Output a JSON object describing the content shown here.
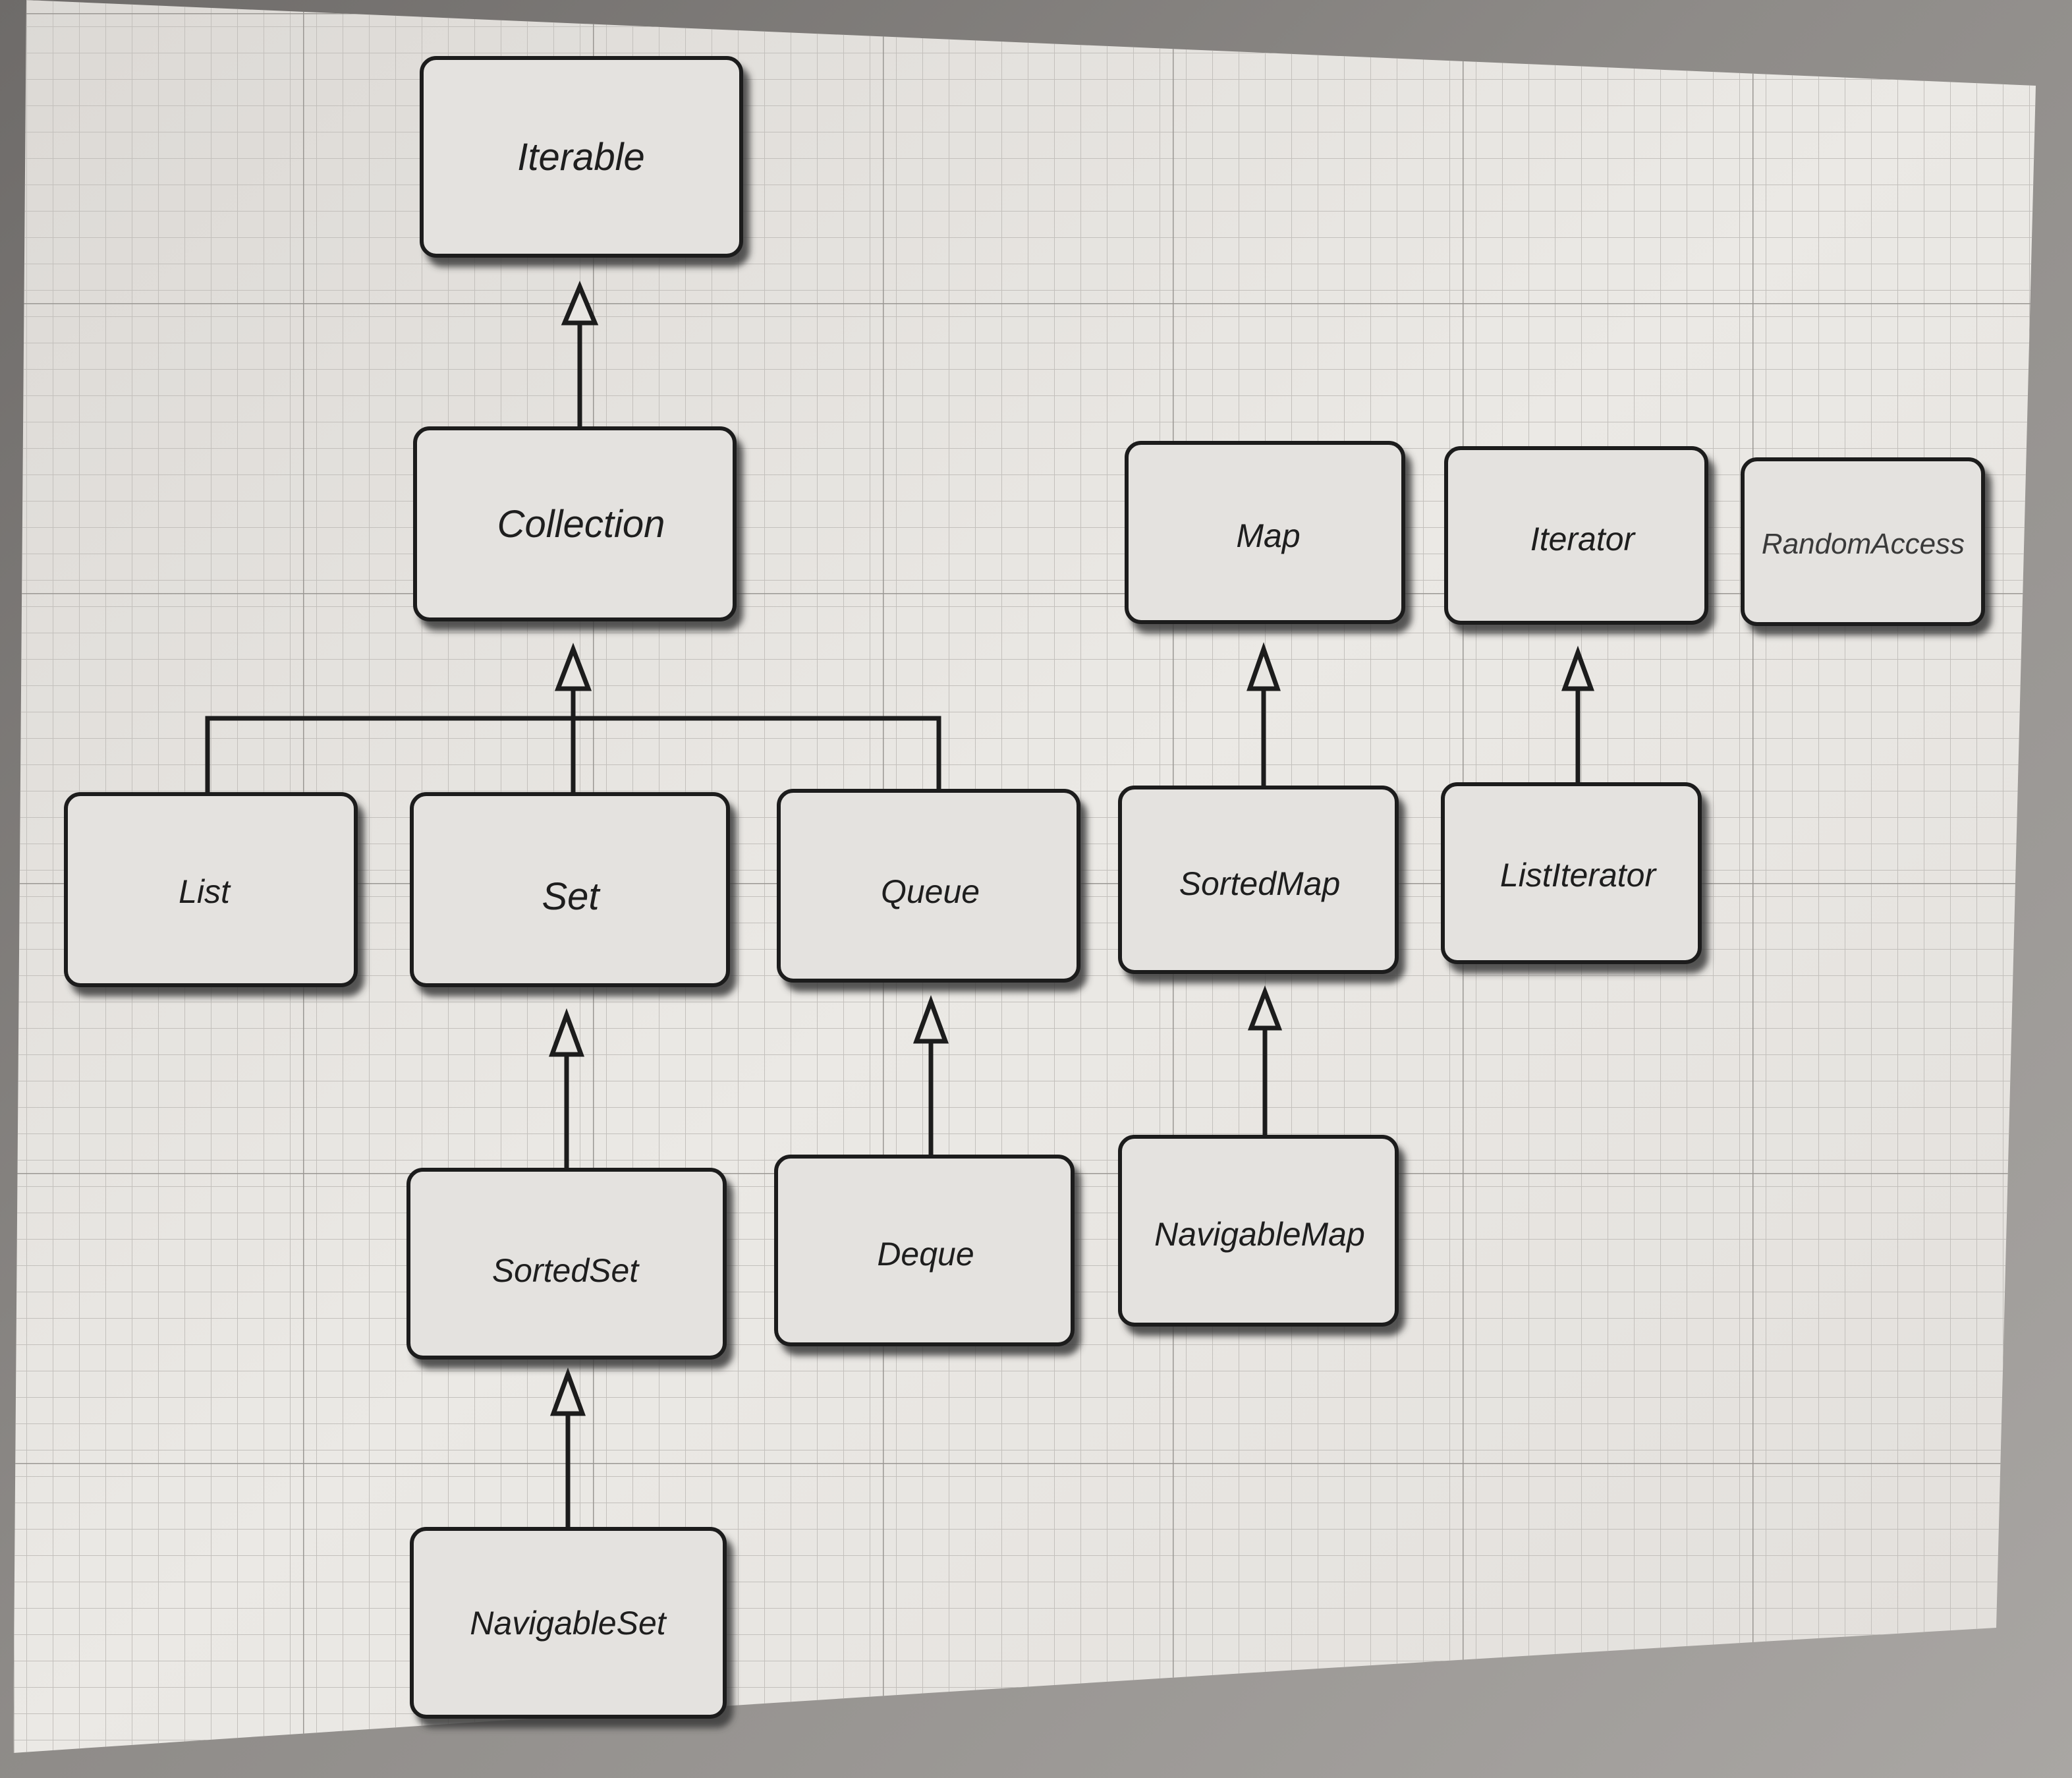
{
  "diagram": {
    "nodes": [
      {
        "id": "iterable",
        "label": "Iterable"
      },
      {
        "id": "collection",
        "label": "Collection"
      },
      {
        "id": "map",
        "label": "Map"
      },
      {
        "id": "iterator",
        "label": "Iterator"
      },
      {
        "id": "random_access",
        "label": "RandomAccess"
      },
      {
        "id": "list",
        "label": "List"
      },
      {
        "id": "set",
        "label": "Set"
      },
      {
        "id": "queue",
        "label": "Queue"
      },
      {
        "id": "sorted_map",
        "label": "SortedMap"
      },
      {
        "id": "list_iterator",
        "label": "ListIterator"
      },
      {
        "id": "sorted_set",
        "label": "SortedSet"
      },
      {
        "id": "deque",
        "label": "Deque"
      },
      {
        "id": "navigable_map",
        "label": "NavigableMap"
      },
      {
        "id": "navigable_set",
        "label": "NavigableSet"
      }
    ],
    "edges": [
      {
        "from": "collection",
        "to": "iterable",
        "kind": "extends"
      },
      {
        "from": "list",
        "to": "collection",
        "kind": "extends"
      },
      {
        "from": "set",
        "to": "collection",
        "kind": "extends"
      },
      {
        "from": "queue",
        "to": "collection",
        "kind": "extends"
      },
      {
        "from": "sorted_map",
        "to": "map",
        "kind": "extends"
      },
      {
        "from": "list_iterator",
        "to": "iterator",
        "kind": "extends"
      },
      {
        "from": "sorted_set",
        "to": "set",
        "kind": "extends"
      },
      {
        "from": "deque",
        "to": "queue",
        "kind": "extends"
      },
      {
        "from": "navigable_map",
        "to": "sorted_map",
        "kind": "extends"
      },
      {
        "from": "navigable_set",
        "to": "sorted_set",
        "kind": "extends"
      }
    ],
    "arrowhead": "hollow-triangle",
    "colors": {
      "node_fill": "#e4e2df",
      "node_border": "#1c1c1c",
      "shadow": "#3b3a38",
      "grid_fine": "#c7c4c0",
      "grid_major": "#9f9c98",
      "paper": "#eceae6"
    }
  }
}
